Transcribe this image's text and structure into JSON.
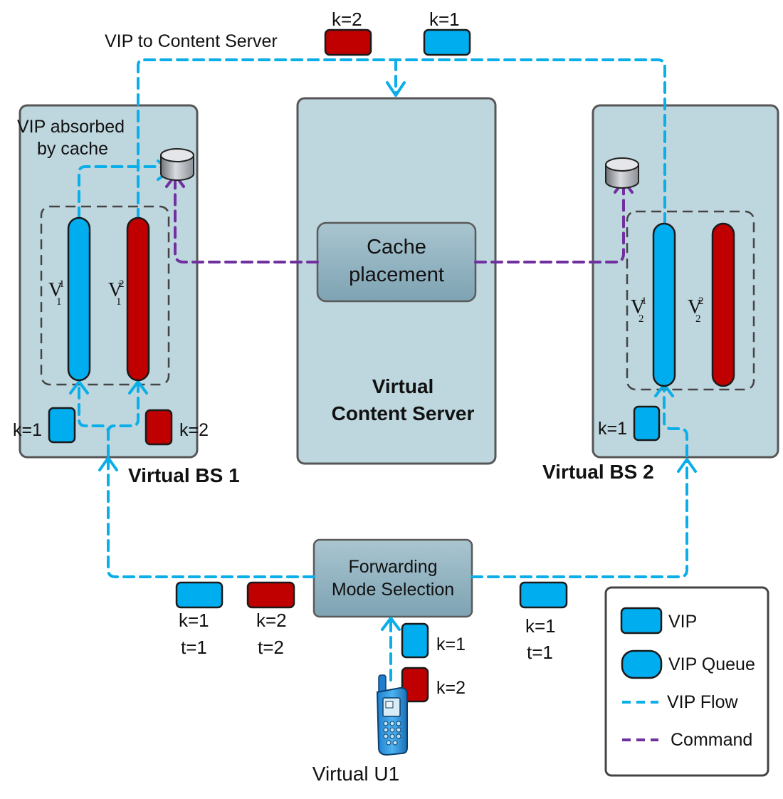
{
  "labels": {
    "vip_to_content_server": "VIP to Content Server",
    "vip_absorbed_line1": "VIP absorbed",
    "vip_absorbed_line2": "by cache",
    "cache_placement_line1": "Cache",
    "cache_placement_line2": "placement",
    "virtual_content_server_line1": "Virtual",
    "virtual_content_server_line2": "Content Server",
    "virtual_bs1": "Virtual BS 1",
    "virtual_bs2": "Virtual BS 2",
    "forwarding_line1": "Forwarding",
    "forwarding_line2": "Mode Selection",
    "virtual_u1": "Virtual  U1"
  },
  "queues": {
    "bs1_q1": {
      "main": "V",
      "sup": "1",
      "sub": "1"
    },
    "bs1_q2": {
      "main": "V",
      "sup": "2",
      "sub": "1"
    },
    "bs2_q1": {
      "main": "V",
      "sup": "1",
      "sub": "2"
    },
    "bs2_q2": {
      "main": "V",
      "sup": "2",
      "sub": "2"
    }
  },
  "packets": {
    "top_k2": "k=2",
    "top_k1": "k=1",
    "bs1_k1": "k=1",
    "bs1_k2": "k=2",
    "bs2_k1": "k=1",
    "bottom_left_k": "k=1",
    "bottom_left_t": "t=1",
    "bottom_mid_k": "k=2",
    "bottom_mid_t": "t=2",
    "bottom_right_k": "k=1",
    "bottom_right_t": "t=1",
    "u1_k1": "k=1",
    "u1_k2": "k=2"
  },
  "legend": {
    "vip": "VIP",
    "vip_queue": "VIP Queue",
    "vip_flow": "VIP Flow",
    "command": "Command"
  },
  "colors": {
    "vip_blue": "#00adef",
    "vip_red": "#c00000",
    "flow": "#0aaee8",
    "command": "#7030a0",
    "box_fill": "#bed6de",
    "inner_box_fill": "#8fb1bf"
  },
  "icons": {
    "cache": "cache-database-icon",
    "phone": "mobile-phone-icon"
  }
}
